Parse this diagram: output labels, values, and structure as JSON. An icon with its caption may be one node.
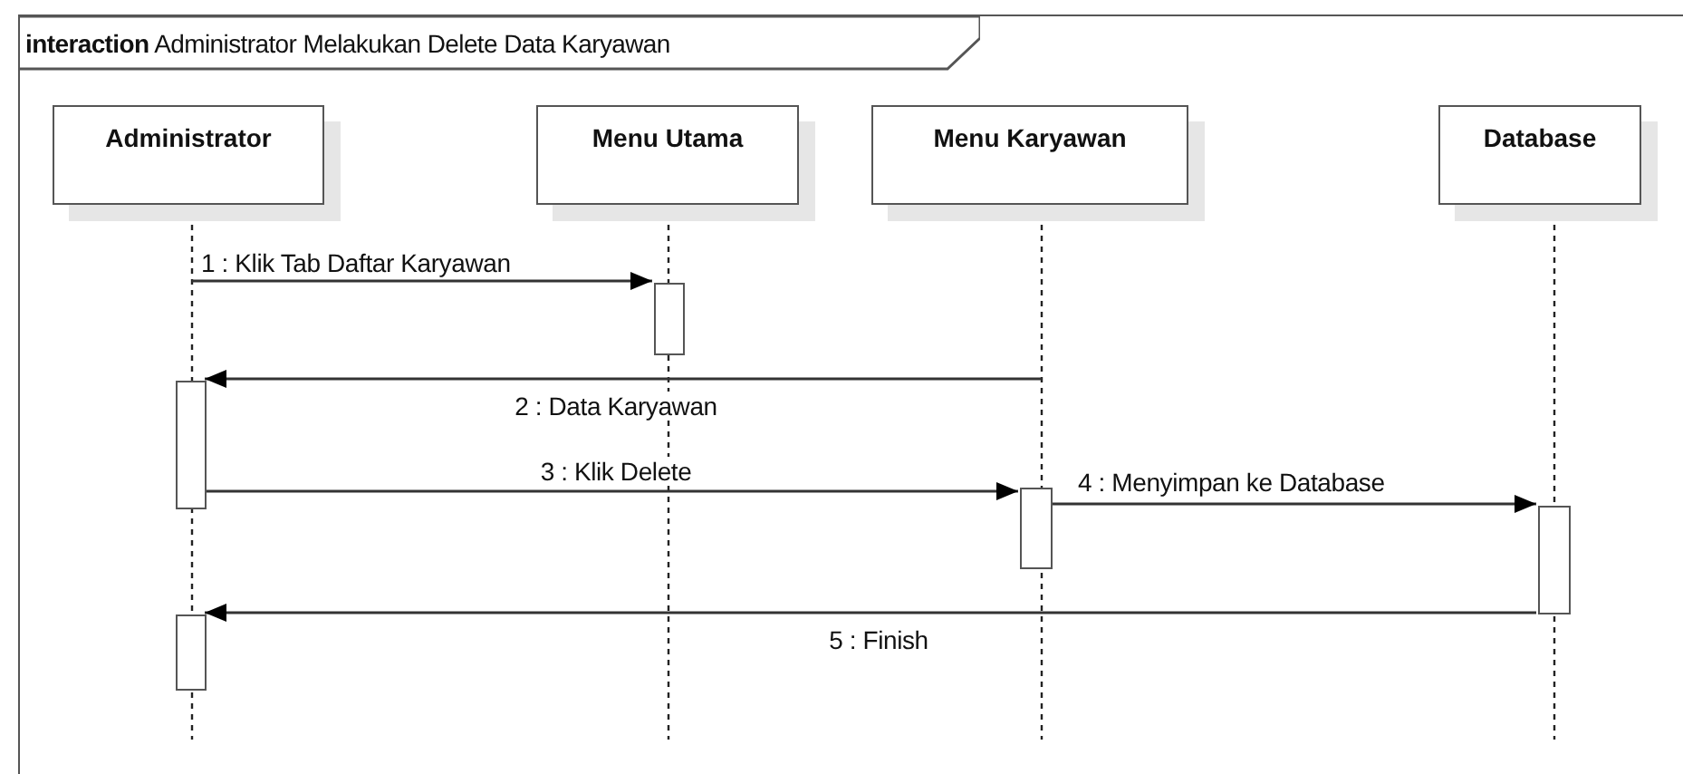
{
  "diagram": {
    "nodes": [
      {
        "text": [
          "**interaction** Administrator Melakukan Delete Data Karyawan"
        ]
      },
      {
        "text": [
          "Administrator"
        ],
        "in": 0
      },
      {
        "text": [
          "Menu Utama"
        ],
        "in": 0
      },
      {
        "text": [
          "Menu Karyawan"
        ],
        "in": 0
      },
      {
        "text": [
          "Database"
        ],
        "in": 0
      },
      {
        "text": [],
        "shape": "bar",
        "in": 0
      },
      {
        "text": [],
        "shape": "bar",
        "in": 0
      },
      {
        "text": [],
        "shape": "bar",
        "in": 0
      },
      {
        "text": [],
        "shape": "bar",
        "in": 0
      },
      {
        "text": [],
        "shape": "bar",
        "in": 0
      }
    ],
    "edges": [
      {
        "from": null,
        "to": 5,
        "arrow": "to",
        "label": "1 : Klik Tab Daftar Karyawan"
      },
      {
        "from": null,
        "to": 6,
        "arrow": "to",
        "label": "2 : Data Karyawan"
      },
      {
        "from": 6,
        "to": 7,
        "arrow": "to",
        "label": "3 : Klik Delete"
      },
      {
        "from": 7,
        "to": 8,
        "arrow": "to",
        "label": "4 : Menyimpan ke Database"
      },
      {
        "from": 8,
        "to": 9,
        "arrow": "to",
        "label": "5 : Finish"
      }
    ]
  }
}
